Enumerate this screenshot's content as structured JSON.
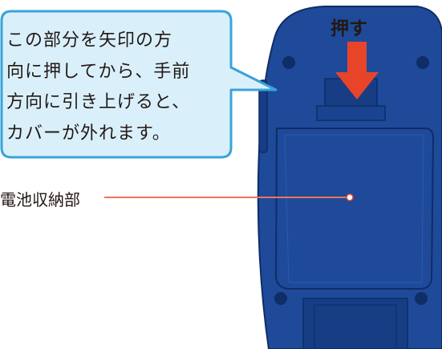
{
  "callout": {
    "lines": [
      "この部分を矢印の方",
      "向に押してから、手前",
      "方向に引き上げると、",
      "カバーが外れます。"
    ]
  },
  "push_label": "押す",
  "battery_label": "電池収納部",
  "colors": {
    "device_body": "#1e4a99",
    "device_edge": "#0f2d66",
    "callout_fill": "#d9f0fb",
    "callout_stroke": "#3aa3d9",
    "arrow": "#e8442a",
    "leader_line": "#e8442a"
  },
  "icons": [
    "down-arrow-icon"
  ]
}
